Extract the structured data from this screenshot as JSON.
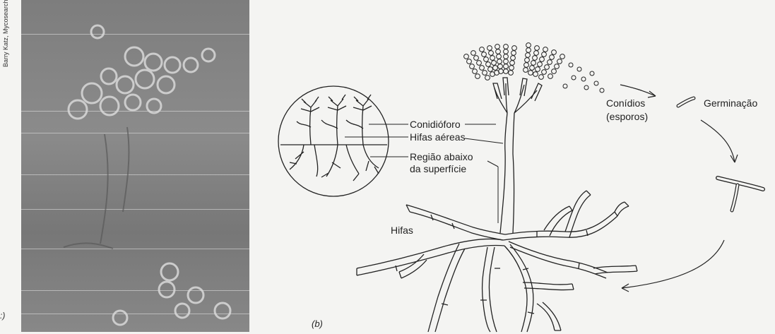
{
  "figure": {
    "credit": "Barry Katz, Mycosearch",
    "part_a_label": ":)",
    "part_b_label": "(b)"
  },
  "labels": {
    "conidioforo": "Conidióforo",
    "hifas_aereas": "Hifas aéreas",
    "regiao_line1": "Região abaixo",
    "regiao_line2": "da superfície",
    "conidios_line1": "Conídios",
    "conidios_line2": "(esporos)",
    "germinacao": "Germinação",
    "hifas": "Hifas"
  },
  "colors": {
    "ink": "#222222",
    "paper": "#f4f4f2",
    "photo_gray": "#808080"
  }
}
